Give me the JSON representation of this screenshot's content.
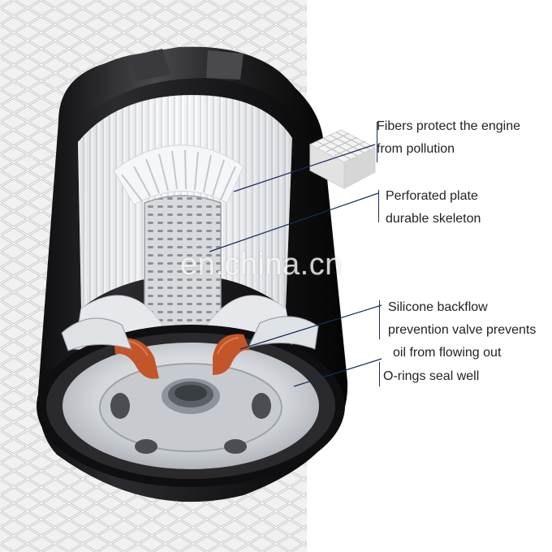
{
  "callouts": [
    {
      "id": "fibers",
      "lines": [
        "Fibers protect the engine",
        "from pollution"
      ]
    },
    {
      "id": "plate",
      "lines": [
        "Perforated plate",
        "durable skeleton"
      ]
    },
    {
      "id": "valve",
      "lines": [
        "Silicone backflow",
        "prevention valve prevents",
        "oil from flowing out"
      ]
    },
    {
      "id": "orings",
      "lines": [
        "O-rings seal well"
      ]
    }
  ],
  "watermark": "en.china.cn",
  "colors": {
    "leader": "#1a2d5a",
    "text": "#222222",
    "casing": "#1c1c1e",
    "silicone": "#c2552a",
    "mesh": "#e6e6e6"
  }
}
